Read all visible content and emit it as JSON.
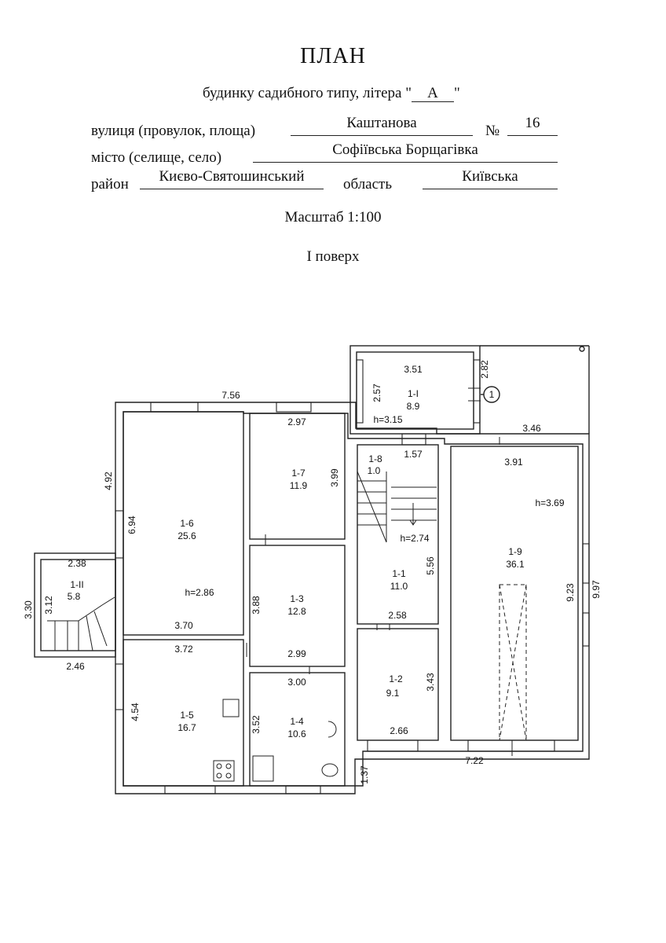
{
  "header": {
    "title": "ПЛАН",
    "subtitle_prefix": "будинку садибного типу, літера \"",
    "letter": "А",
    "subtitle_suffix": "\"",
    "street_label": "вулиця (провулок, площа)",
    "street": "Каштанова",
    "number_label": "№",
    "number": "16",
    "city_label": "місто (селище, село)",
    "city": "Софіївська Борщагівка",
    "district_label": "район",
    "district": "Києво-Святошинський",
    "region_label": "область",
    "region": "Київська",
    "scale": "Масштаб 1:100",
    "floor": "I  поверх"
  },
  "rooms": {
    "r1_I": {
      "id": "1-I",
      "area": "8.9",
      "height": "h=3.15",
      "d1": "3.51",
      "d2": "2.57"
    },
    "r1_II": {
      "id": "1-II",
      "area": "5.8",
      "d1": "2.38",
      "d2": "3.12"
    },
    "r1_1": {
      "id": "1-1",
      "area": "11.0",
      "height": "h=2.74",
      "d1": "5.56",
      "d2": "2.58"
    },
    "r1_2": {
      "id": "1-2",
      "area": "9.1",
      "d1": "3.43",
      "d2": "2.66"
    },
    "r1_3": {
      "id": "1-3",
      "area": "12.8",
      "d1": "3.88",
      "d2": "2.99"
    },
    "r1_4": {
      "id": "1-4",
      "area": "10.6",
      "d1": "3.00",
      "d2": "3.52"
    },
    "r1_5": {
      "id": "1-5",
      "area": "16.7",
      "d1": "3.72",
      "d2": "4.54"
    },
    "r1_6": {
      "id": "1-6",
      "area": "25.6",
      "height": "h=2.86",
      "d1": "6.94",
      "d2": "3.70"
    },
    "r1_7": {
      "id": "1-7",
      "area": "11.9",
      "d1": "2.97",
      "d2": "3.99"
    },
    "r1_8": {
      "id": "1-8",
      "area": "1.0",
      "d1": "1.57"
    },
    "r1_9": {
      "id": "1-9",
      "area": "36.1",
      "height": "h=3.69",
      "d1": "3.91",
      "d2": "9.23"
    }
  },
  "outer": {
    "top": "7.56",
    "left_upper": "4.92",
    "porch_top": "2.82",
    "terrace_top": "3.46",
    "right": "9.97",
    "bottom_right": "7.22",
    "bottom_gap": "1.37",
    "porch_left": "3.30",
    "porch_bottom": "2.46",
    "marker": "1"
  }
}
